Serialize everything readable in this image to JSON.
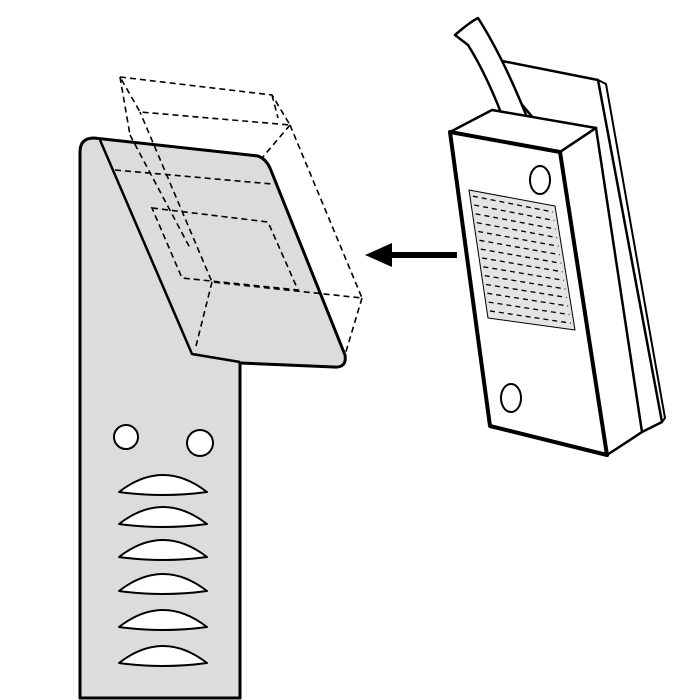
{
  "colors": {
    "background": "#ffffff",
    "stroke": "#000000",
    "bracket_fill": "#dcdcdc",
    "grille_fill": "#e4e4e4",
    "louvre_fill": "#ffffff"
  },
  "figure": {
    "louvre_count": 6,
    "mount_hole_count": 2,
    "arrow_direction": "left"
  }
}
